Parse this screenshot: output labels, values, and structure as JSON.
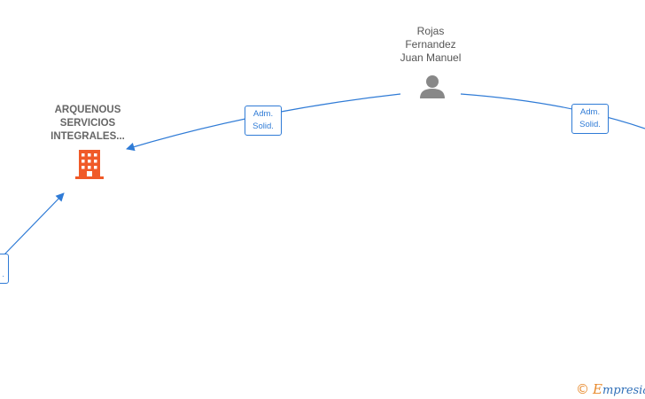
{
  "colors": {
    "edge": "#2f7bd6",
    "company_icon": "#f05a28",
    "person_icon": "#888888",
    "brand_orange": "#e8892b",
    "brand_blue": "#2f6fb8"
  },
  "nodes": {
    "company": {
      "name_lines": [
        "ARQUENOUS",
        "SERVICIOS",
        "INTEGRALES..."
      ],
      "icon": "building-icon"
    },
    "person": {
      "name_lines": [
        "Rojas",
        "Fernandez",
        "Juan Manuel"
      ],
      "icon": "person-icon"
    }
  },
  "edges": [
    {
      "label_line1": "Adm.",
      "label_line2": "Solid."
    },
    {
      "label_line1": "Adm.",
      "label_line2": "Solid."
    },
    {
      "label_line1": "",
      "label_line2": "."
    }
  ],
  "footer": {
    "copyright_symbol": "©",
    "brand_first": "E",
    "brand_rest": "mpresia"
  }
}
